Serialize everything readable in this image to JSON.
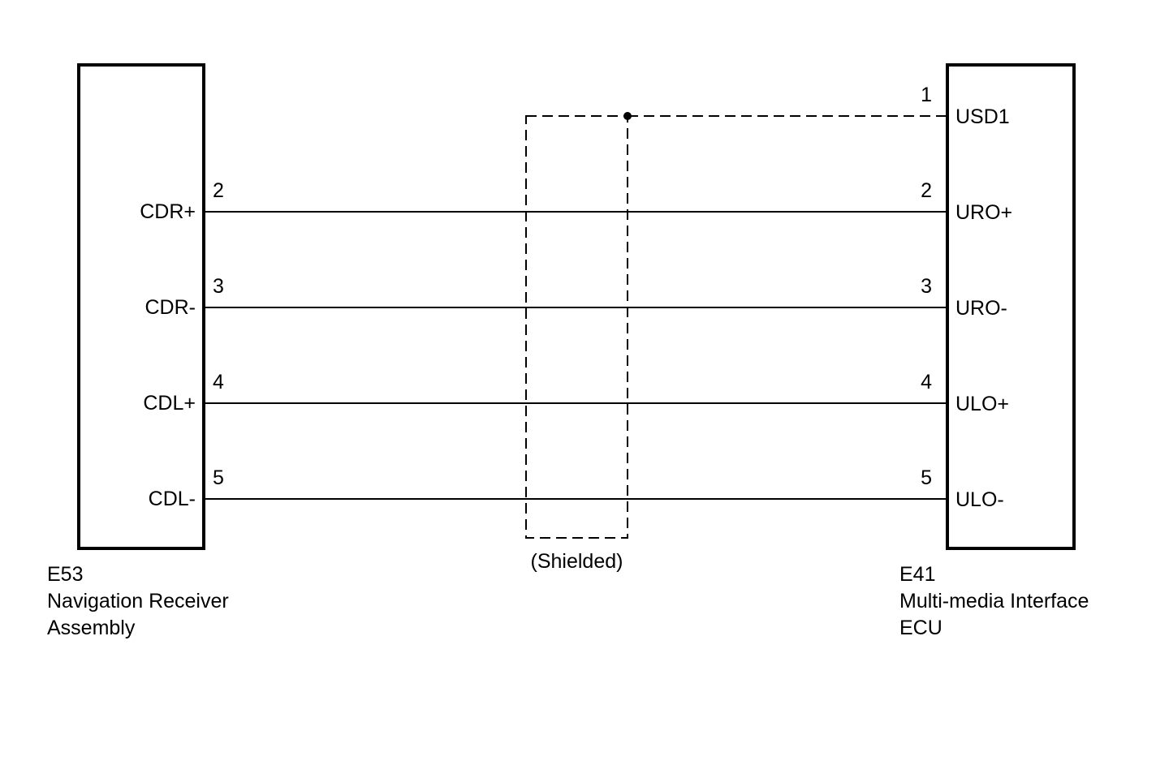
{
  "left_connector": {
    "code": "E53",
    "name": [
      "Navigation Receiver",
      "Assembly"
    ],
    "pins": [
      {
        "number": "2",
        "label": "CDR+"
      },
      {
        "number": "3",
        "label": "CDR-"
      },
      {
        "number": "4",
        "label": "CDL+"
      },
      {
        "number": "5",
        "label": "CDL-"
      }
    ]
  },
  "right_connector": {
    "code": "E41",
    "name": [
      "Multi-media Interface",
      "ECU"
    ],
    "pins": [
      {
        "number": "1",
        "label": "USD1"
      },
      {
        "number": "2",
        "label": "URO+"
      },
      {
        "number": "3",
        "label": "URO-"
      },
      {
        "number": "4",
        "label": "ULO+"
      },
      {
        "number": "5",
        "label": "ULO-"
      }
    ]
  },
  "shield": {
    "label": "(Shielded)"
  },
  "connections": [
    {
      "from": "E53 pin 2 CDR+",
      "to": "E41 pin 2 URO+",
      "style": "solid"
    },
    {
      "from": "E53 pin 3 CDR-",
      "to": "E41 pin 3 URO-",
      "style": "solid"
    },
    {
      "from": "E53 pin 4 CDL+",
      "to": "E41 pin 4 ULO+",
      "style": "solid"
    },
    {
      "from": "E53 pin 5 CDL-",
      "to": "E41 pin 5 ULO-",
      "style": "solid"
    },
    {
      "from": "shield around wires",
      "to": "E41 pin 1 USD1",
      "style": "dashed"
    }
  ],
  "colors": {
    "line": "#000000",
    "background": "#ffffff",
    "text": "#000000"
  }
}
